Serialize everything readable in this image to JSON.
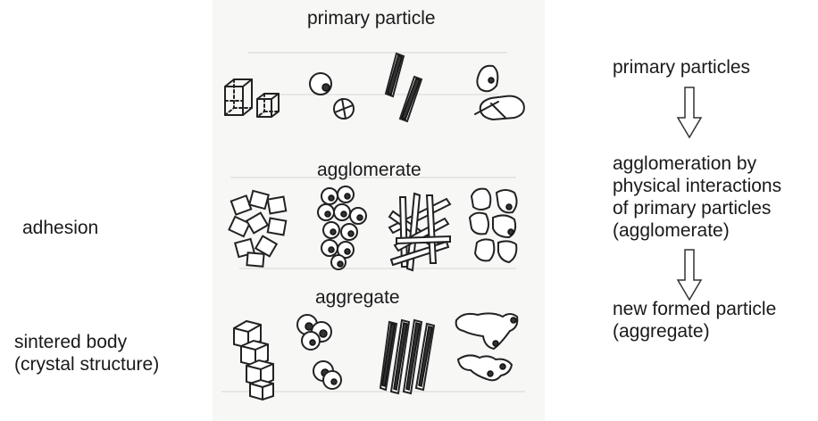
{
  "center_labels": {
    "primary": "primary particle",
    "agglomerate": "agglomerate",
    "aggregate": "aggregate"
  },
  "left_labels": {
    "adhesion": "adhesion",
    "sintered_line1": "sintered body",
    "sintered_line2": "(crystal structure)"
  },
  "right_flow": {
    "step1": "primary particles",
    "step2_line1": "agglomeration by",
    "step2_line2": "physical interactions",
    "step2_line3": "of primary particles",
    "step2_line4": "(agglomerate)",
    "step3_line1": "new formed particle",
    "step3_line2": "(aggregate)"
  },
  "icons": {
    "arrow": "down-arrow-icon",
    "cubes": "cube-particles-icon",
    "spheres": "sphere-particles-icon",
    "rods": "rod-particles-icon",
    "irregular": "irregular-particles-icon"
  }
}
